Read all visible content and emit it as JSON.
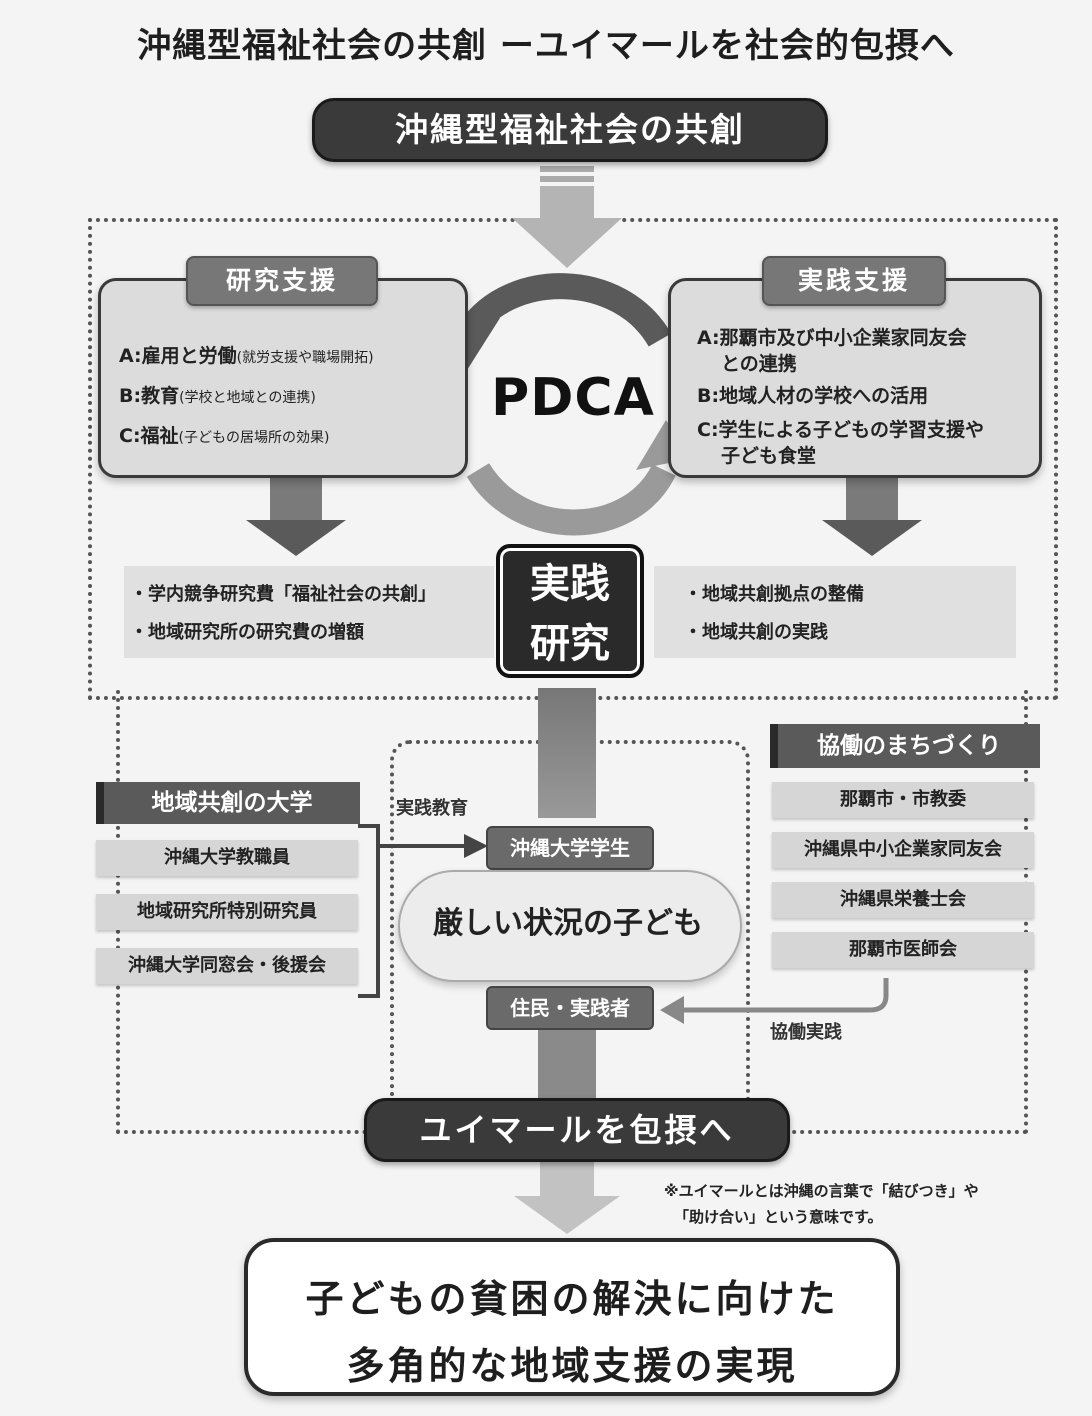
{
  "title": "沖縄型福祉社会の共創 ーユイマールを社会的包摂へ",
  "top_pill": "沖縄型福祉社会の共創",
  "left_panel": {
    "label": "研究支援",
    "items": [
      {
        "main": "A:雇用と労働",
        "sub": "(就労支援や職場開拓)"
      },
      {
        "main": "B:教育",
        "sub": "(学校と地域との連携)"
      },
      {
        "main": "C:福祉",
        "sub": "(子どもの居場所の効果)"
      }
    ]
  },
  "right_panel": {
    "label": "実践支援",
    "items": [
      "A:那覇市及び中小企業家同友会",
      "との連携",
      "B:地域人材の学校への活用",
      "C:学生による子どもの学習支援や",
      "子ども食堂"
    ]
  },
  "pdca": "PDCA",
  "center_badge": {
    "line1": "実践",
    "line2": "研究"
  },
  "left_band": [
    "・学内競争研究費「福祉社会の共創」",
    "・地域研究所の研究費の増額"
  ],
  "right_band": [
    "・地域共創拠点の整備",
    "・地域共創の実践"
  ],
  "left_group": {
    "header": "地域共創の大学",
    "members": [
      "沖縄大学教職員",
      "地域研究所特別研究員",
      "沖縄大学同窓会・後援会"
    ]
  },
  "right_group": {
    "header": "協働のまちづくり",
    "members": [
      "那覇市・市教委",
      "沖縄県中小企業家同友会",
      "沖縄県栄養士会",
      "那覇市医師会"
    ]
  },
  "practice_education": "実践教育",
  "collab_practice": "協働実践",
  "students": "沖縄大学学生",
  "children": "厳しい状況の子ども",
  "residents": "住民・実践者",
  "bottom_pill": "ユイマールを包摂へ",
  "note": [
    "※ユイマールとは沖縄の言葉で「結びつき」や",
    "「助け合い」という意味です。"
  ],
  "final_goal": {
    "line1": "子どもの貧困の解決に向けた",
    "line2": "多角的な地域支援の実現"
  }
}
